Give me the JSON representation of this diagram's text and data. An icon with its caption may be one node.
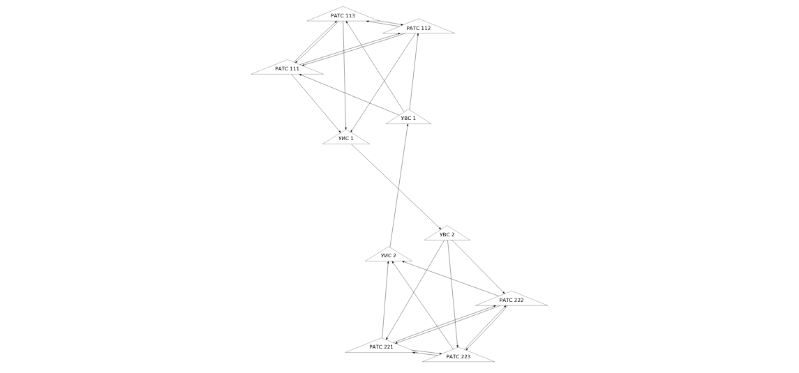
{
  "diagram": {
    "nodes": [
      {
        "text": [
          "РАТС 111"
        ]
      },
      {
        "text": [
          "РАТС 112"
        ]
      },
      {
        "text": [
          "УИС 1"
        ]
      },
      {
        "text": [
          "РАТС 113"
        ]
      },
      {
        "text": [
          "УВС 1"
        ]
      },
      {
        "text": [
          "УВС 2"
        ]
      },
      {
        "text": [
          "РАТС 221"
        ]
      },
      {
        "text": [
          "РАТС 222"
        ]
      },
      {
        "text": [
          "УИС 2"
        ]
      },
      {
        "text": [
          "РАТС 223"
        ]
      }
    ],
    "edges": [
      {
        "from": 0,
        "to": 2,
        "arrow": "to"
      },
      {
        "from": 0,
        "to": 1,
        "arrow": "to"
      },
      {
        "from": 1,
        "to": 0,
        "arrow": "to"
      },
      {
        "from": 1,
        "to": 2,
        "arrow": "to"
      },
      {
        "from": 4,
        "to": 0,
        "arrow": "to"
      },
      {
        "from": 0,
        "to": 3,
        "arrow": "to"
      },
      {
        "from": 3,
        "to": 0,
        "arrow": "to"
      },
      {
        "from": 4,
        "to": 1,
        "arrow": "to"
      },
      {
        "from": 3,
        "to": 2,
        "arrow": "to"
      },
      {
        "from": 3,
        "to": 1,
        "arrow": "to"
      },
      {
        "from": 1,
        "to": 3,
        "arrow": "to"
      },
      {
        "from": 4,
        "to": 3,
        "arrow": "to"
      },
      {
        "from": 2,
        "to": 5,
        "arrow": "to"
      },
      {
        "from": 8,
        "to": 4,
        "arrow": "to"
      },
      {
        "from": 5,
        "to": 6,
        "arrow": "to"
      },
      {
        "from": 5,
        "to": 7,
        "arrow": "to"
      },
      {
        "from": 5,
        "to": 9,
        "arrow": "to"
      },
      {
        "from": 6,
        "to": 8,
        "arrow": "to"
      },
      {
        "from": 6,
        "to": 9,
        "arrow": "to"
      },
      {
        "from": 9,
        "to": 6,
        "arrow": "to"
      },
      {
        "from": 6,
        "to": 7,
        "arrow": "to"
      },
      {
        "from": 7,
        "to": 6,
        "arrow": "to"
      },
      {
        "from": 7,
        "to": 8,
        "arrow": "to"
      },
      {
        "from": 9,
        "to": 8,
        "arrow": "to"
      },
      {
        "from": 9,
        "to": 7,
        "arrow": "to"
      },
      {
        "from": 7,
        "to": 9,
        "arrow": "to"
      }
    ]
  }
}
